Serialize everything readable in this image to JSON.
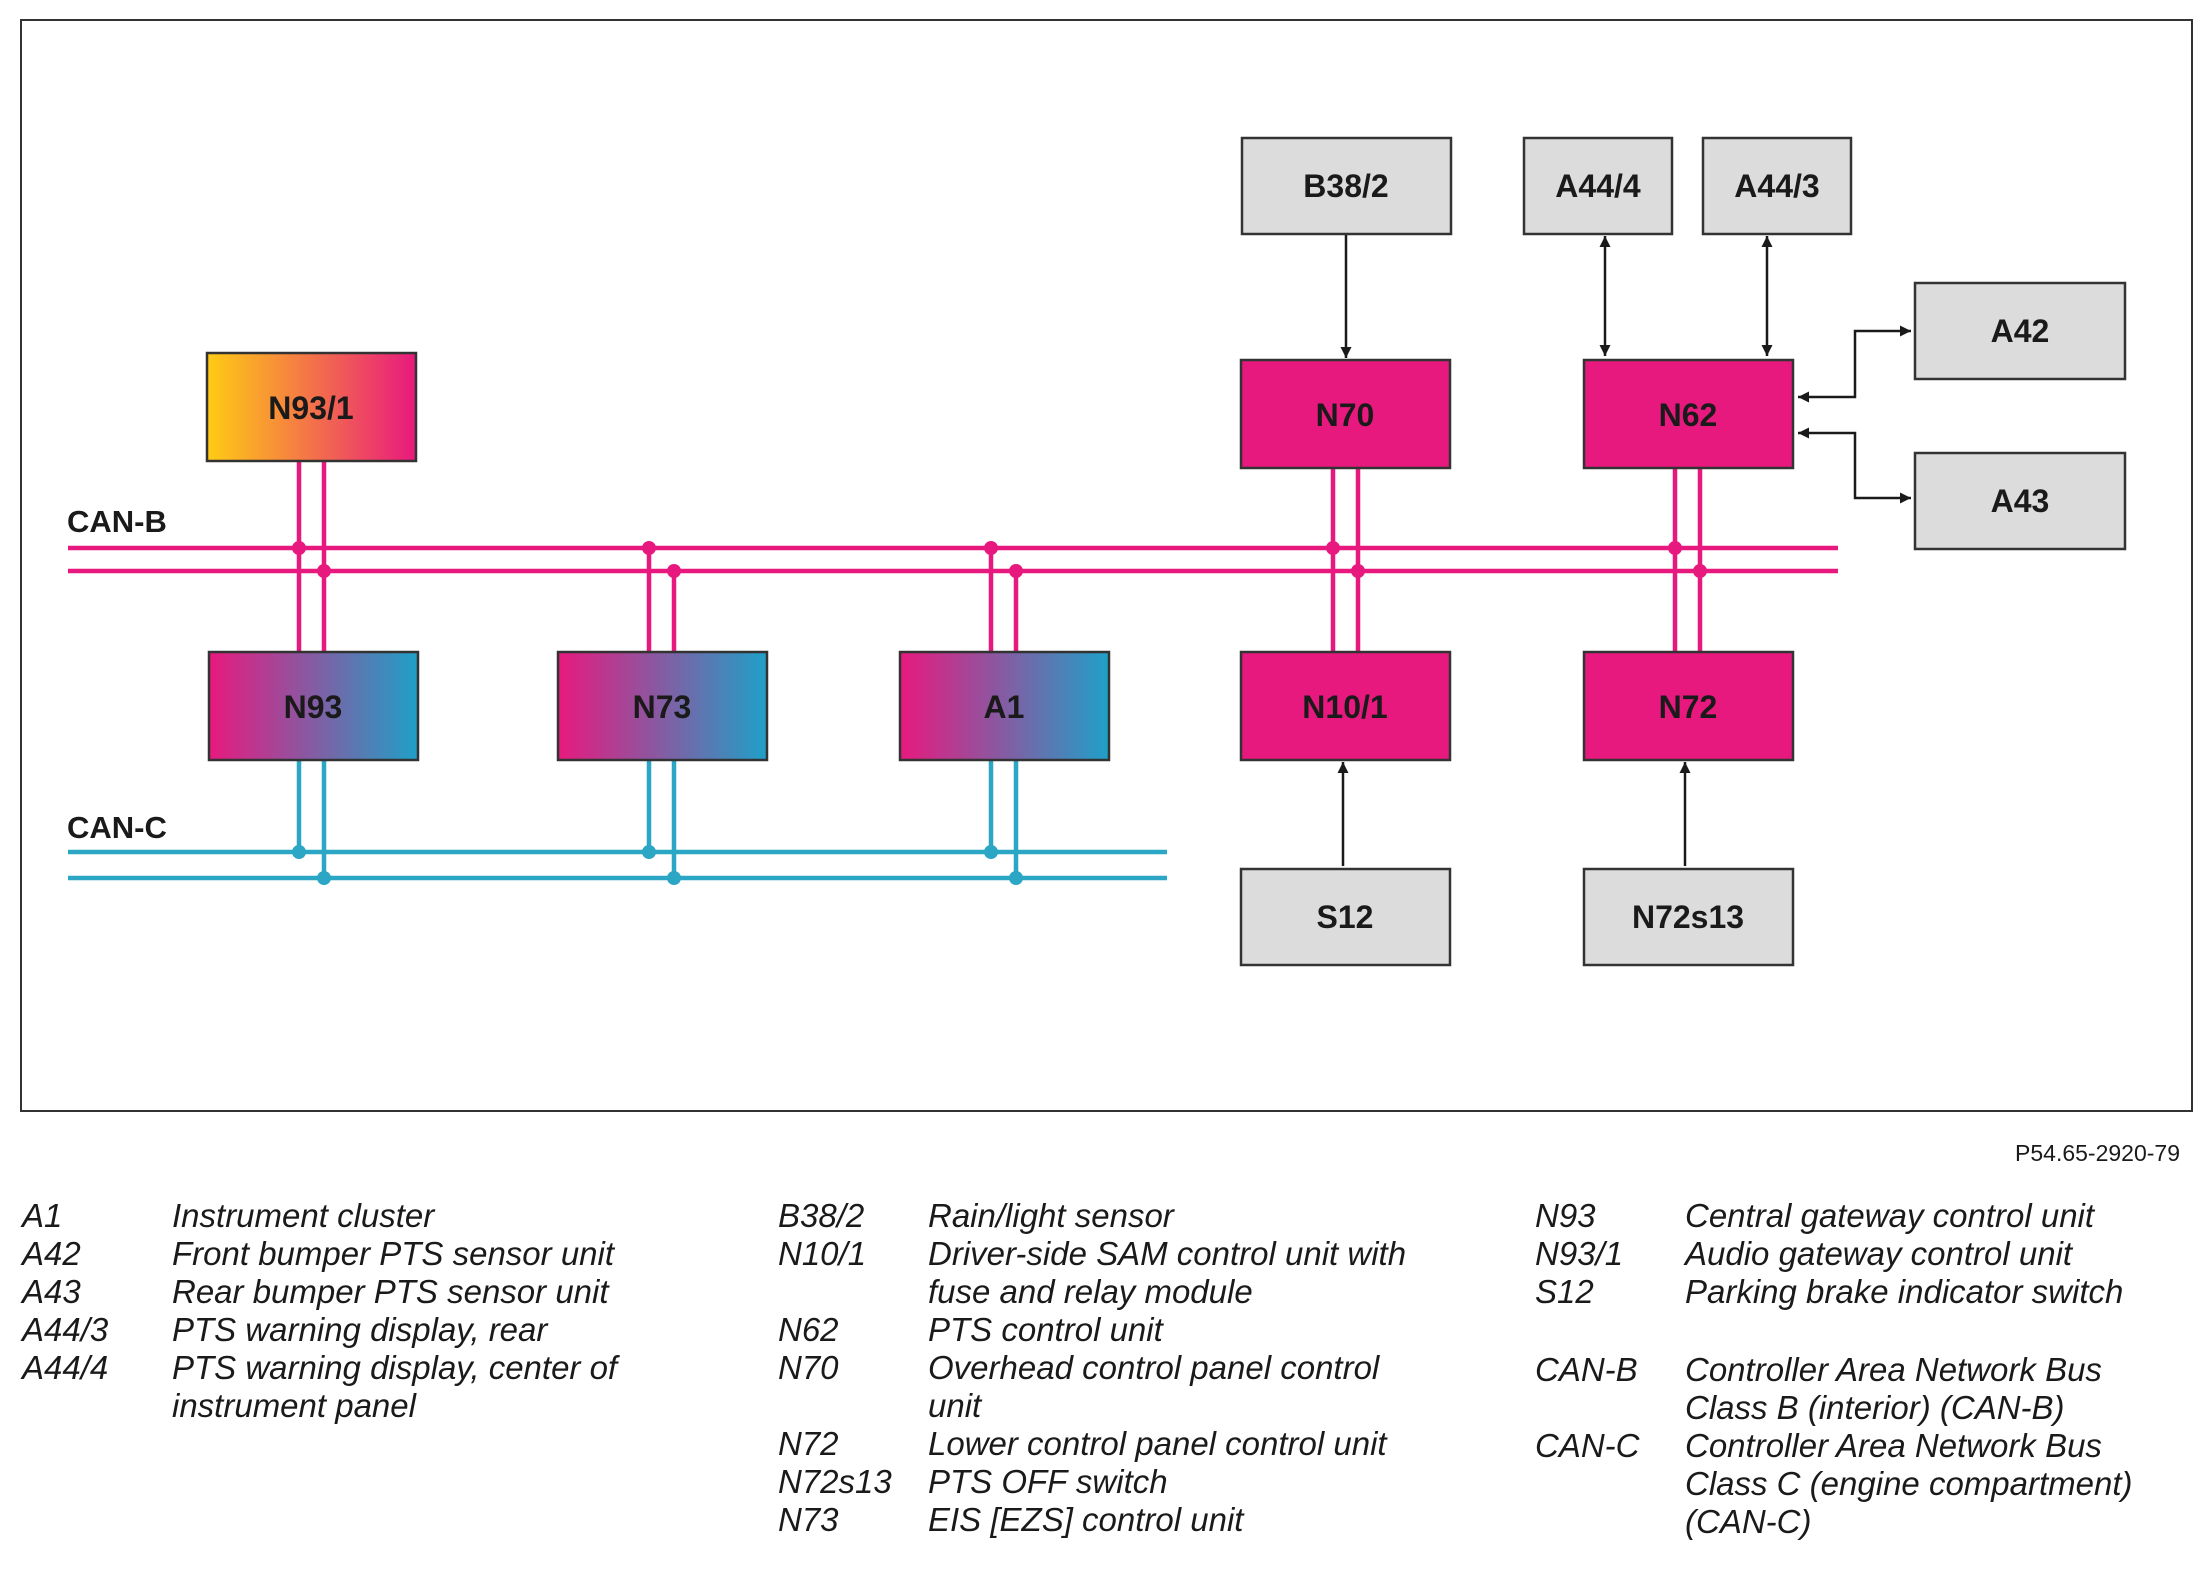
{
  "diagram": {
    "buses": {
      "can_b": "CAN-B",
      "can_c": "CAN-C"
    },
    "nodes": {
      "n93_1": "N93/1",
      "n70": "N70",
      "n62": "N62",
      "n93": "N93",
      "n73": "N73",
      "a1": "A1",
      "n10_1": "N10/1",
      "n72": "N72",
      "b38_2": "B38/2",
      "a44_4": "A44/4",
      "a44_3": "A44/3",
      "a42": "A42",
      "a43": "A43",
      "s12": "S12",
      "n72s13": "N72s13"
    },
    "colors": {
      "can_b": "#e8197e",
      "can_c": "#2ba6c4",
      "module_magenta": "#e8197e",
      "gray_box": "#dcdcdc",
      "gradient_yellow": "#ffcc14",
      "gradient_blue": "#1fa0c8"
    }
  },
  "figure_ref": "P54.65-2920-79",
  "legend": {
    "col1": [
      {
        "code": "A1",
        "desc": "Instrument cluster"
      },
      {
        "code": "A42",
        "desc": "Front bumper PTS sensor unit"
      },
      {
        "code": "A43",
        "desc": "Rear bumper PTS sensor unit"
      },
      {
        "code": "A44/3",
        "desc": "PTS warning display, rear"
      },
      {
        "code": "A44/4",
        "desc": "PTS warning display, center of instrument panel"
      }
    ],
    "col2": [
      {
        "code": "B38/2",
        "desc": "Rain/light sensor"
      },
      {
        "code": "N10/1",
        "desc": "Driver-side SAM control unit with fuse and relay module"
      },
      {
        "code": "N62",
        "desc": "PTS control unit"
      },
      {
        "code": "N70",
        "desc": "Overhead control panel control unit"
      },
      {
        "code": "N72",
        "desc": "Lower control panel control unit"
      },
      {
        "code": "N72s13",
        "desc": "PTS OFF switch"
      },
      {
        "code": "N73",
        "desc": "EIS [EZS] control unit"
      }
    ],
    "col3": [
      {
        "code": "N93",
        "desc": "Central gateway control unit"
      },
      {
        "code": "N93/1",
        "desc": "Audio gateway control unit"
      },
      {
        "code": "S12",
        "desc": "Parking brake indicator switch"
      },
      {
        "code": "CAN-B",
        "desc": "Controller Area Network Bus Class B (interior) (CAN-B)"
      },
      {
        "code": "CAN-C",
        "desc": "Controller Area Network Bus Class C (engine compartment) (CAN-C)"
      }
    ]
  }
}
